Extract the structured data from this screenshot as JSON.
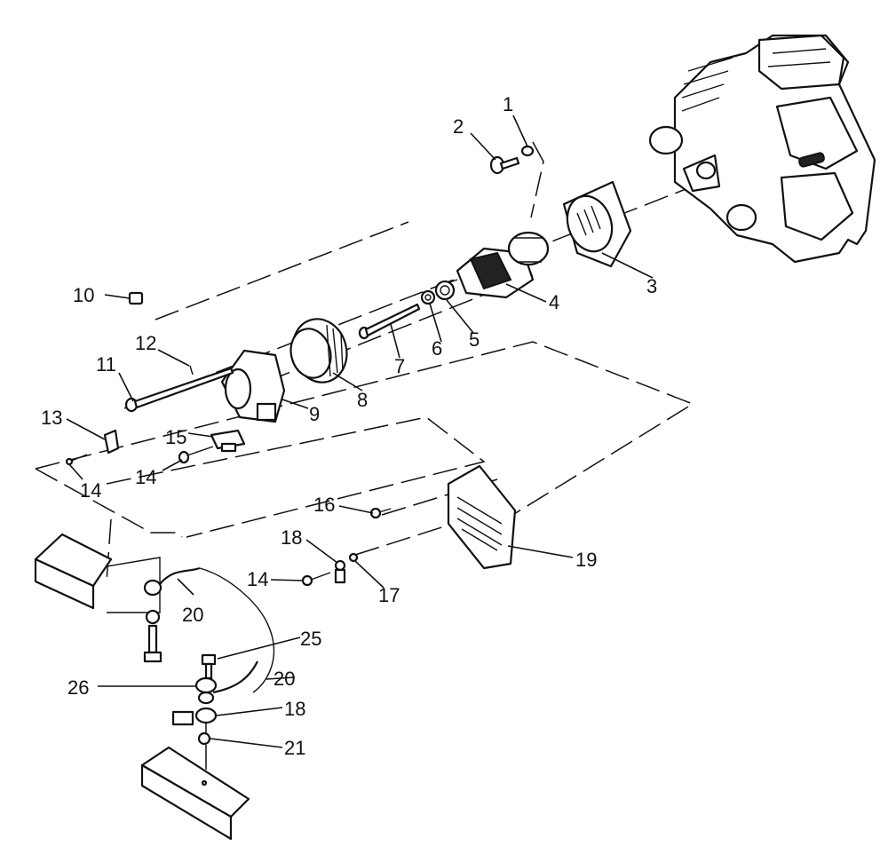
{
  "callouts": [
    {
      "id": "1",
      "label": "1"
    },
    {
      "id": "2",
      "label": "2"
    },
    {
      "id": "3",
      "label": "3"
    },
    {
      "id": "4",
      "label": "4"
    },
    {
      "id": "5",
      "label": "5"
    },
    {
      "id": "6",
      "label": "6"
    },
    {
      "id": "7",
      "label": "7"
    },
    {
      "id": "8",
      "label": "8"
    },
    {
      "id": "9",
      "label": "9"
    },
    {
      "id": "10",
      "label": "10"
    },
    {
      "id": "11",
      "label": "11"
    },
    {
      "id": "12",
      "label": "12"
    },
    {
      "id": "13",
      "label": "13"
    },
    {
      "id": "14a",
      "label": "14"
    },
    {
      "id": "14b",
      "label": "14"
    },
    {
      "id": "14c",
      "label": "14"
    },
    {
      "id": "15",
      "label": "15"
    },
    {
      "id": "16",
      "label": "16"
    },
    {
      "id": "17",
      "label": "17"
    },
    {
      "id": "18a",
      "label": "18"
    },
    {
      "id": "18b",
      "label": "18"
    },
    {
      "id": "19",
      "label": "19"
    },
    {
      "id": "20a",
      "label": "20"
    },
    {
      "id": "20b",
      "label": "20"
    },
    {
      "id": "21",
      "label": "21"
    },
    {
      "id": "25",
      "label": "25"
    },
    {
      "id": "26",
      "label": "26"
    }
  ]
}
